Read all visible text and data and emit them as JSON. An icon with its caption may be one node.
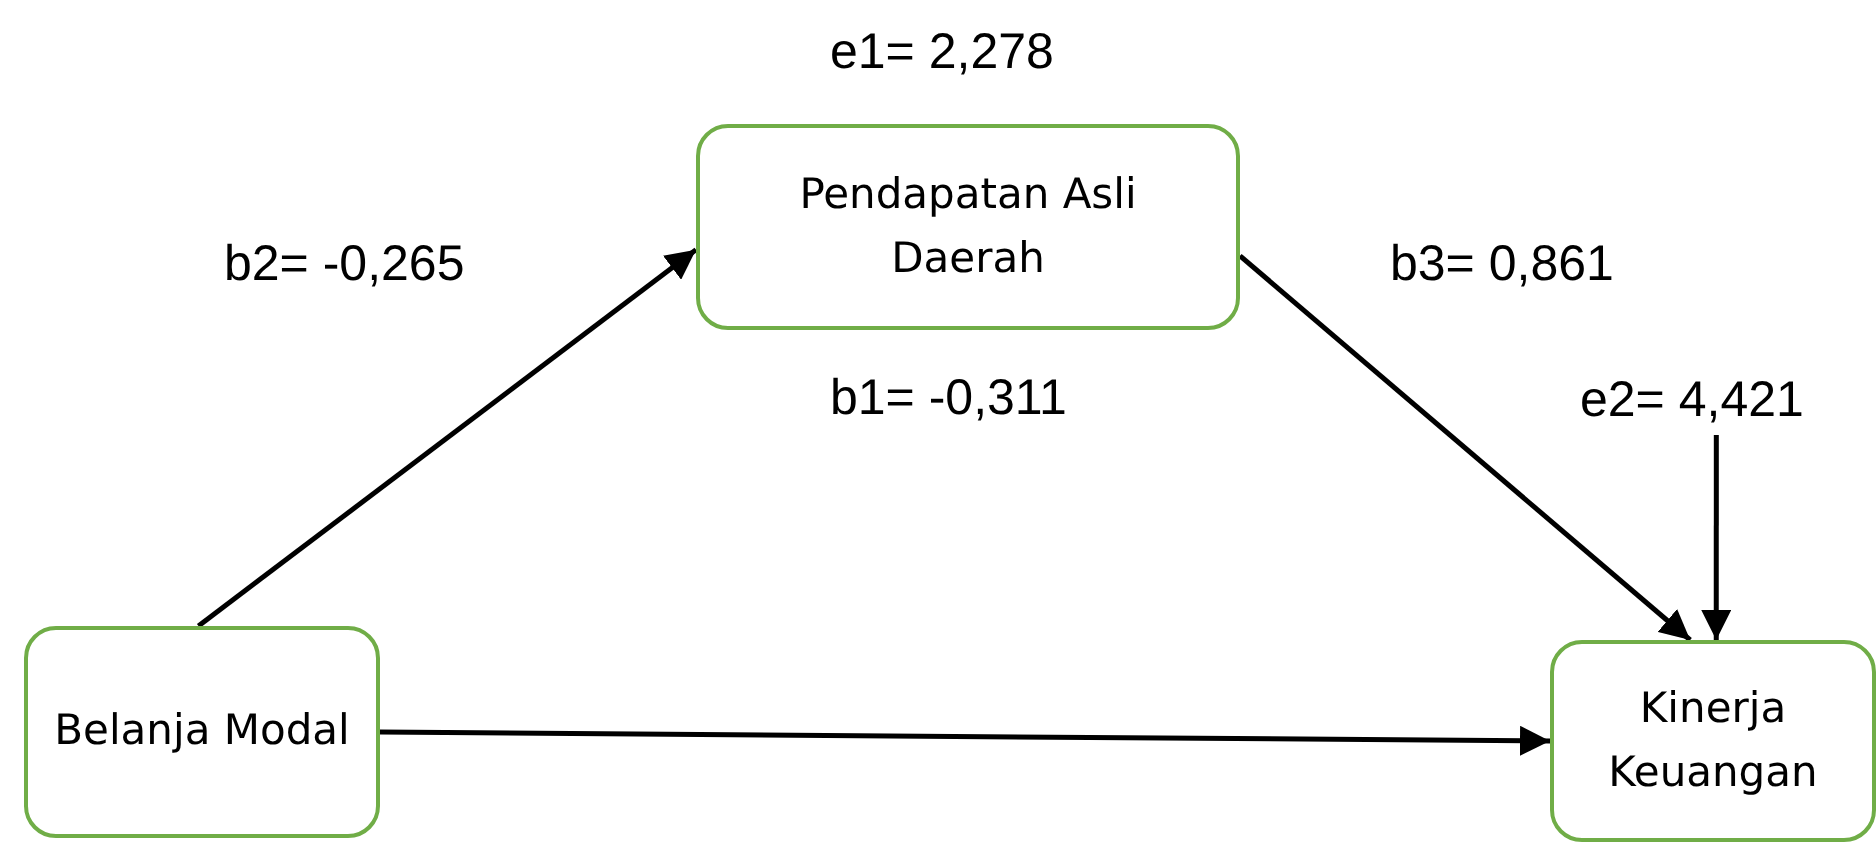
{
  "diagram": {
    "nodes": [
      {
        "text": [
          "Pendapatan Asli Daerah"
        ]
      },
      {
        "text": [
          "Belanja Modal"
        ]
      },
      {
        "text": [
          "Kinerja Keuangan"
        ]
      },
      {
        "text": [
          "e2= 4,421"
        ]
      }
    ],
    "edges": [
      {
        "from": 1,
        "to": 0,
        "arrow": "to"
      },
      {
        "from": 0,
        "to": 2,
        "arrow": "to"
      },
      {
        "from": 1,
        "to": 2,
        "arrow": "to"
      },
      {
        "from": 3,
        "to": 2,
        "arrow": "to"
      }
    ],
    "labels": [
      "e1= 2,278",
      "b2= -0,265",
      "b3= 0,861",
      "b1= -0,311"
    ]
  }
}
